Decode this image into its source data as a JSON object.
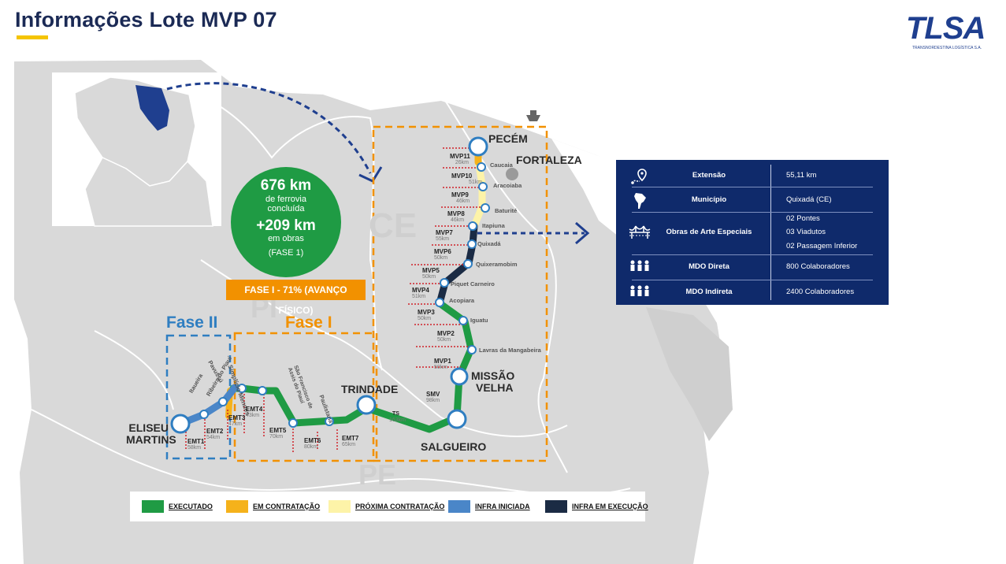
{
  "header": {
    "title": "Informações Lote MVP 07"
  },
  "logo": {
    "name": "TLSA",
    "subtitle": "TRANSNORDESTINA LOGÍSTICA S.A."
  },
  "summary": {
    "executed_km": "676 km",
    "executed_label": "de ferrovia concluída",
    "works_km": "+209 km",
    "works_label": "em obras",
    "phase_label": "(FASE 1)",
    "progress_badge": "FASE I - 71% (AVANÇO FÍSICO)"
  },
  "map": {
    "states": [
      "CE",
      "PI",
      "PE"
    ],
    "phase_labels": {
      "phase1": "Fase I",
      "phase2": "Fase II"
    },
    "cities": [
      "PECÉM",
      "FORTALEZA",
      "TRINDADE",
      "MISSÃO VELHA",
      "SALGUEIRO",
      "ELISEU MARTINS"
    ],
    "city_lines": {
      "missao_1": "MISSÃO",
      "missao_2": "VELHA",
      "eliseu_1": "ELISEU",
      "eliseu_2": "MARTINS"
    },
    "stations": [
      "Caucaia",
      "Aracoiaba",
      "Baturité",
      "Itapiuna",
      "Quixadá",
      "Quixeramobim",
      "Piquet Carneiro",
      "Acopiara",
      "Iguatu",
      "Lavras da Mangabeira",
      "Simplício Mendes",
      "São Francisco de Assis do Piauí",
      "Paulistana",
      "Itaueira",
      "Ribeira do Piauí",
      "Pavussú"
    ],
    "segments": [
      {
        "code": "MVP11",
        "km": "26km"
      },
      {
        "code": "MVP10",
        "km": "51km"
      },
      {
        "code": "MVP9",
        "km": "46km"
      },
      {
        "code": "MVP8",
        "km": "46km"
      },
      {
        "code": "MVP7",
        "km": "55km"
      },
      {
        "code": "MVP6",
        "km": "50km"
      },
      {
        "code": "MVP5",
        "km": "50km"
      },
      {
        "code": "MVP4",
        "km": "51km"
      },
      {
        "code": "MVP3",
        "km": "50km"
      },
      {
        "code": "MVP2",
        "km": "50km"
      },
      {
        "code": "MVP1",
        "km": "50km"
      },
      {
        "code": "SMV",
        "km": "98km"
      },
      {
        "code": "TS",
        "km": "163km"
      },
      {
        "code": "EMT7",
        "km": "65km"
      },
      {
        "code": "EMT6",
        "km": "80km"
      },
      {
        "code": "EMT5",
        "km": "70km"
      },
      {
        "code": "EMT4",
        "km": "43km"
      },
      {
        "code": "EMT3",
        "km": "47km"
      },
      {
        "code": "EMT2",
        "km": "54km"
      },
      {
        "code": "EMT1",
        "km": "58km"
      }
    ]
  },
  "info_panel": {
    "rows": [
      {
        "icon": "location-icon",
        "label": "Extensão",
        "values": [
          "55,11 km"
        ]
      },
      {
        "icon": "south-america-icon",
        "label": "Município",
        "values": [
          "Quixadá (CE)"
        ]
      },
      {
        "icon": "bridge-icon",
        "label": "Obras de Arte Especiais",
        "values": [
          "02 Pontes",
          "03 Viadutos",
          "02 Passagem Inferior"
        ]
      },
      {
        "icon": "workers-icon",
        "label": "MDO Direta",
        "values": [
          "800 Colaboradores"
        ]
      },
      {
        "icon": "workers-icon",
        "label": "MDO Indireta",
        "values": [
          "2400 Colaboradores"
        ]
      }
    ]
  },
  "legend": [
    {
      "label": "EXECUTADO",
      "color": "#1f9b44"
    },
    {
      "label": "EM CONTRATAÇÃO",
      "color": "#f5b21b"
    },
    {
      "label": "PRÓXIMA CONTRATAÇÃO",
      "color": "#fdf3a8"
    },
    {
      "label": "INFRA INICIADA",
      "color": "#4a86c8"
    },
    {
      "label": "INFRA EM EXECUÇÃO",
      "color": "#1b2b44"
    }
  ]
}
